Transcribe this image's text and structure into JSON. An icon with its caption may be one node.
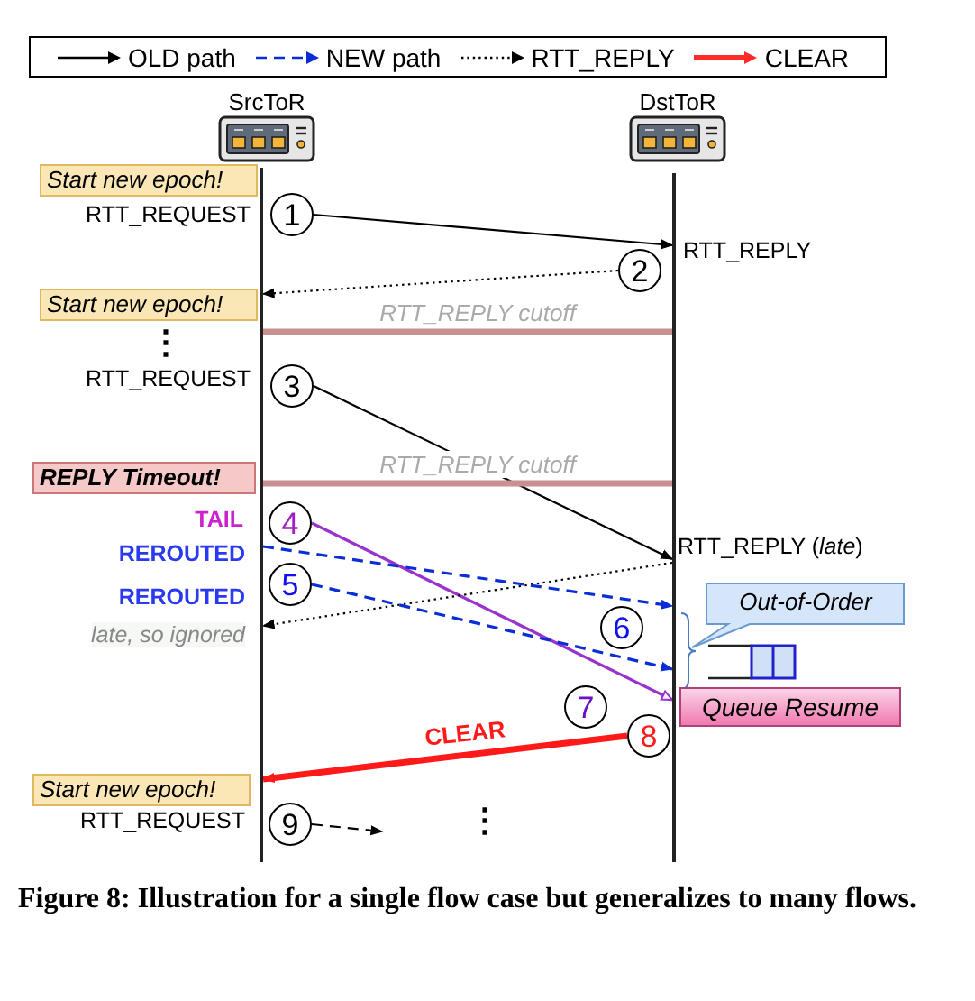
{
  "diagram": {
    "caption": "Figure 8: Illustration for a single flow case but generalizes to many flows.",
    "nodes": [
      {
        "text": [
          "SrcToR"
        ]
      },
      {
        "text": [
          "DstToR"
        ]
      },
      {
        "text": [],
        "shape": "line"
      },
      {
        "text": [],
        "shape": "line"
      },
      {
        "text": [
          "Start new epoch!"
        ]
      },
      {
        "text": [
          "Start new epoch!"
        ]
      },
      {
        "text": [
          "REPLY Timeout!"
        ]
      },
      {
        "text": [
          "Out-of-Order"
        ]
      },
      {
        "text": [
          "Queue Resume"
        ]
      },
      {
        "text": [
          "Start new epoch!"
        ]
      },
      {
        "text": [
          "1"
        ]
      },
      {
        "text": [
          "2"
        ]
      },
      {
        "text": [
          "3"
        ]
      },
      {
        "text": [
          "4"
        ]
      },
      {
        "text": [
          "5"
        ]
      },
      {
        "text": [
          "6"
        ]
      },
      {
        "text": [
          "7"
        ]
      },
      {
        "text": [
          "8"
        ]
      },
      {
        "text": [
          "9"
        ]
      }
    ],
    "edges": [
      {
        "from": 10,
        "to": 3,
        "arrow": "to"
      },
      {
        "from": 11,
        "to": 2,
        "arrow": "to",
        "style": "dashed"
      },
      {
        "from": 2,
        "to": 3,
        "arrow": "none",
        "style": "thick",
        "color": "#c89090",
        "label": "RTT_REPLY cutoff"
      },
      {
        "from": 12,
        "to": 3,
        "arrow": "to"
      },
      {
        "from": 2,
        "to": 3,
        "arrow": "none",
        "style": "thick",
        "color": "#c89090",
        "label": "RTT_REPLY cutoff"
      },
      {
        "from": 13,
        "to": 3,
        "arrow": "to",
        "color": "#9933cc"
      },
      {
        "from": 3,
        "to": 2,
        "arrow": "to",
        "style": "dashed"
      },
      {
        "from": 2,
        "to": 3,
        "arrow": "to",
        "style": "dashed",
        "color": "#0a2ed6"
      },
      {
        "from": 14,
        "to": 3,
        "arrow": "to",
        "style": "dashed",
        "color": "#0a2ed6"
      },
      {
        "from": 17,
        "to": 2,
        "arrow": "to",
        "style": "thick",
        "color": "#ff1a1a",
        "label": "CLEAR"
      },
      {
        "from": 18,
        "to": null,
        "arrow": "to",
        "style": "dashed"
      }
    ],
    "labels": [
      "RTT_REQUEST",
      "RTT_REPLY",
      "⋮",
      "RTT_REQUEST",
      "TAIL",
      "REROUTED",
      "RTT_REPLY (*late*)",
      "REROUTED",
      "late, so ignored",
      "RTT_REQUEST",
      "⋮"
    ],
    "legend": [
      {
        "text": "OLD path"
      },
      {
        "text": "NEW path"
      },
      {
        "text": "RTT_REPLY"
      },
      {
        "text": "CLEAR"
      }
    ]
  }
}
